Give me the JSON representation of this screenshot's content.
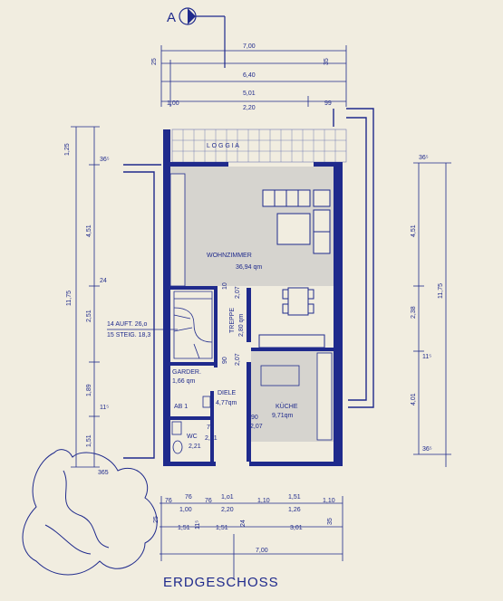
{
  "plan": {
    "title": "ERDGESCHOSS",
    "section_marker": "A",
    "rooms": {
      "loggia": "L O G G I A",
      "wohnzimmer": "WOHNZIMMER",
      "wohnzimmer_area": "36,94 qm",
      "treppe": "TREPPE",
      "treppe_area": "2,80 qm",
      "garder": "GARDER.",
      "garder_area": "1,66 qm",
      "diele": "DIELE",
      "diele_area": "4,77qm",
      "kueche": "KÜCHE",
      "kueche_area": "9,71qm",
      "wc": "WC",
      "wc_area": "2,21",
      "ab": "AB 1"
    },
    "stair_note": [
      "14 AUFT. 26,o",
      "15 STEIG. 18,3"
    ],
    "dims_top": [
      "7,00",
      "6,40",
      "5,01",
      "2,20",
      "1,00",
      "99",
      "25",
      "35"
    ],
    "dims_left": [
      "1,25",
      "36⁵",
      "4,51",
      "24",
      "11,75",
      "2,51",
      "1,89",
      "11⁵",
      "1,51",
      "365"
    ],
    "dims_right": [
      "36⁵",
      "4,51",
      "11,75",
      "2,38",
      "11⁵",
      "4,01",
      "36⁵"
    ],
    "dims_inner": [
      "10",
      "2,07",
      "90",
      "2,07",
      "90",
      "2,07",
      "76",
      "2,01"
    ],
    "dims_bottom_row1": [
      "76",
      "76",
      "76",
      "1,o1",
      "1,10",
      "1,51",
      "1,10"
    ],
    "dims_bottom_row2": [
      "1,00",
      "2,20",
      "1,26"
    ],
    "dims_bottom_row3": [
      "25",
      "1,51",
      "11⁵",
      "1,51",
      "24",
      "3,01",
      "35"
    ],
    "dims_bottom_total": "7,00"
  }
}
